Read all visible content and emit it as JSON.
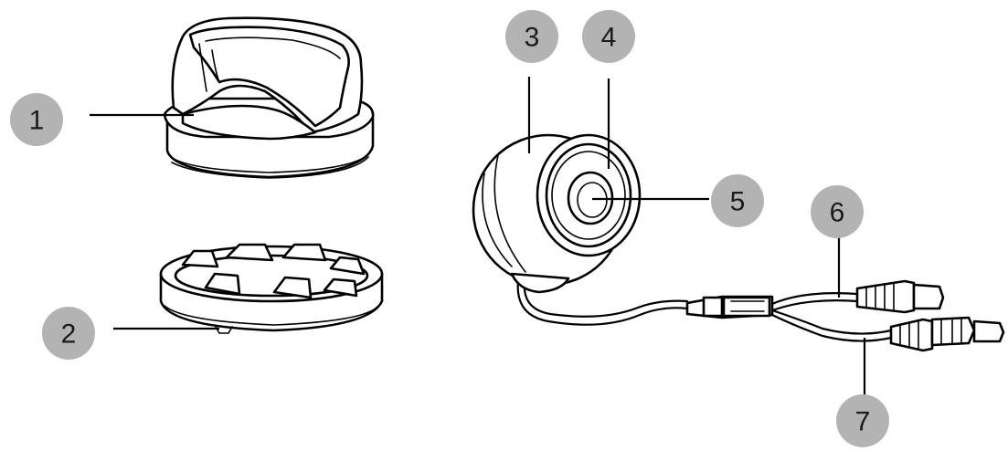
{
  "diagram": {
    "callouts": [
      {
        "id": "1",
        "label": "1"
      },
      {
        "id": "2",
        "label": "2"
      },
      {
        "id": "3",
        "label": "3"
      },
      {
        "id": "4",
        "label": "4"
      },
      {
        "id": "5",
        "label": "5"
      },
      {
        "id": "6",
        "label": "6"
      },
      {
        "id": "7",
        "label": "7"
      }
    ],
    "colors": {
      "badge": "#b3b3b3",
      "line": "#000000",
      "background": "#ffffff"
    }
  }
}
